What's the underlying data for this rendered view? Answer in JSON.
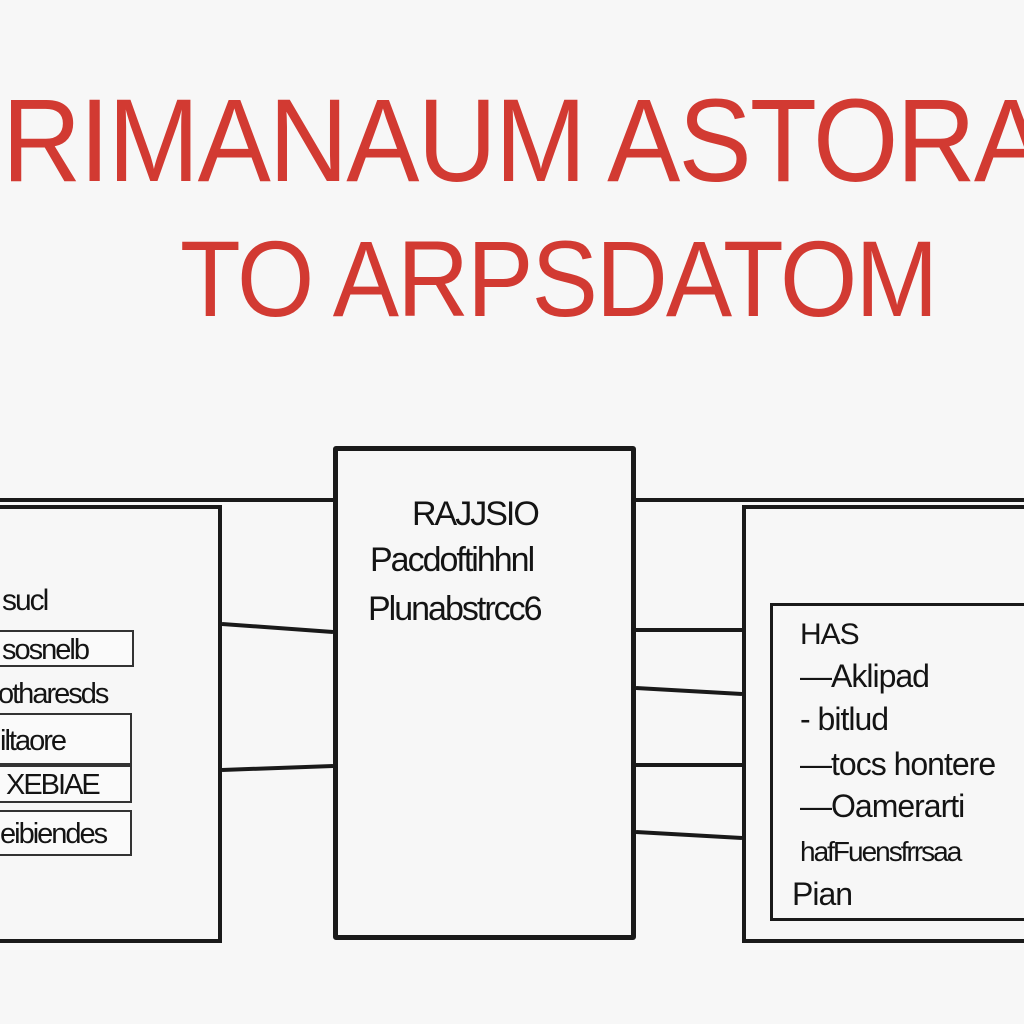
{
  "title": {
    "line1": "RIMANAUM ASTORAPA",
    "line2": "TO ARPSDATOM"
  },
  "center_box": {
    "lines": [
      "RAJJSIO",
      "Pacdoftihhnl",
      "Plunabstrcc6"
    ]
  },
  "left_box": {
    "heading": "sucl",
    "rows": [
      "sosnelb",
      "otharesds",
      "iltaore",
      "XEBIAE",
      "eibiendes"
    ]
  },
  "right_box": {
    "heading": "HAS",
    "items": [
      "Aklipad",
      "bitlud",
      "tocs hontere",
      "Oamerarti",
      "hafFuensfrrsaa",
      "Pian"
    ]
  },
  "colors": {
    "title": "#d23a32",
    "ink": "#1a1a1a",
    "background": "#f7f7f7"
  }
}
